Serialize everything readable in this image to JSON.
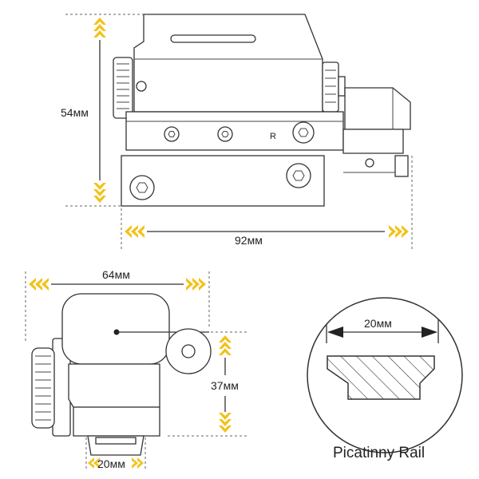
{
  "colors": {
    "accent_arrow": "#f2c21b",
    "line": "#333333",
    "text": "#222222"
  },
  "dimensions": {
    "side_height": "54мм",
    "side_length": "92мм",
    "front_width": "64мм",
    "front_height": "37мм",
    "front_rail_width": "20мм",
    "rail_width": "20мм"
  },
  "labels": {
    "rail_caption": "Picatinny Rail"
  }
}
